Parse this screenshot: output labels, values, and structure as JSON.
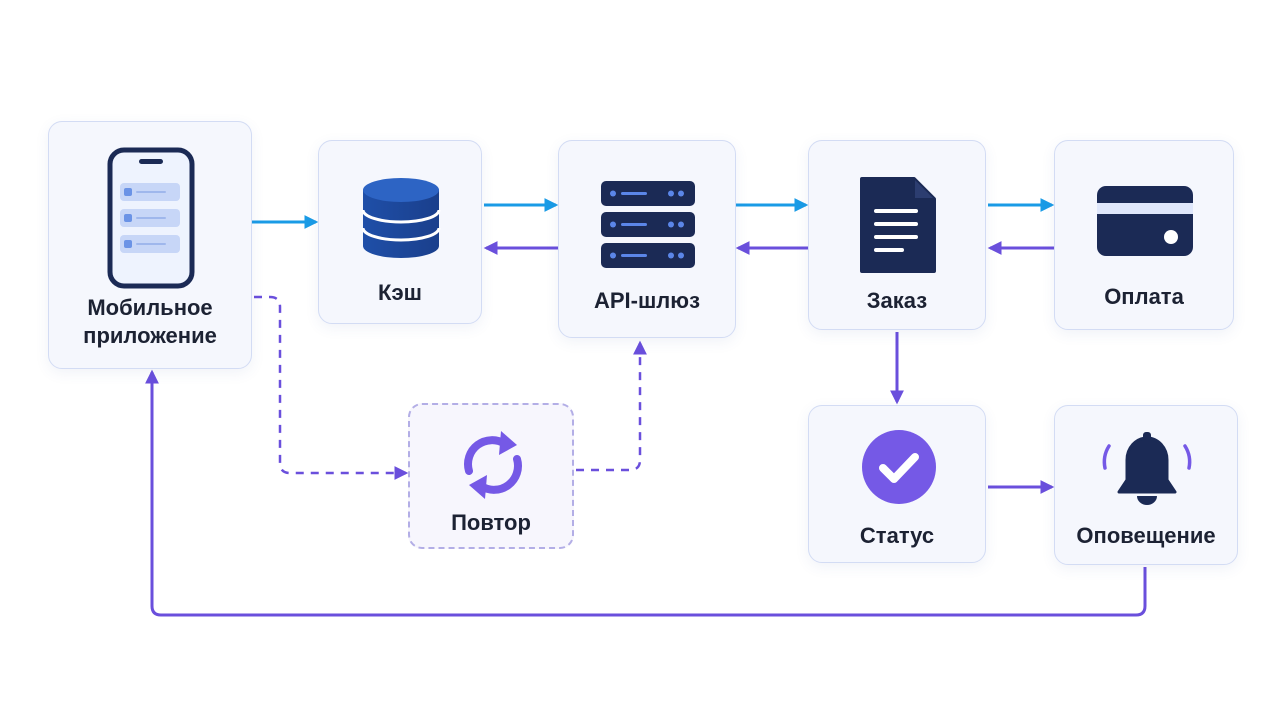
{
  "nodes": {
    "mobile_app": "Мобильное приложение",
    "cache": "Кэш",
    "api_gateway": "API-шлюз",
    "order": "Заказ",
    "payment": "Оплата",
    "retry": "Повтор",
    "status": "Статус",
    "notification": "Оповещение"
  },
  "icons": {
    "mobile_app": "smartphone-icon",
    "cache": "database-icon",
    "api_gateway": "server-stack-icon",
    "order": "document-icon",
    "payment": "credit-card-icon",
    "retry": "refresh-icon",
    "status": "check-circle-icon",
    "notification": "bell-icon"
  },
  "colors": {
    "request_arrow": "#1a9be6",
    "response_arrow": "#6a4fdc",
    "node_background": "#f5f7fd",
    "node_border": "#d3dcf4",
    "icon_dark": "#1b2a55",
    "icon_blue": "#1f4fa8",
    "accent_purple": "#7559e6"
  },
  "edges": [
    {
      "from": "mobile_app",
      "to": "cache",
      "style": "solid",
      "color": "request"
    },
    {
      "from": "cache",
      "to": "api_gateway",
      "style": "solid",
      "color": "request"
    },
    {
      "from": "api_gateway",
      "to": "cache",
      "style": "solid",
      "color": "response"
    },
    {
      "from": "api_gateway",
      "to": "order",
      "style": "solid",
      "color": "request"
    },
    {
      "from": "order",
      "to": "api_gateway",
      "style": "solid",
      "color": "response"
    },
    {
      "from": "order",
      "to": "payment",
      "style": "solid",
      "color": "request"
    },
    {
      "from": "payment",
      "to": "order",
      "style": "solid",
      "color": "response"
    },
    {
      "from": "order",
      "to": "status",
      "style": "solid",
      "color": "response"
    },
    {
      "from": "status",
      "to": "notification",
      "style": "solid",
      "color": "response"
    },
    {
      "from": "notification",
      "to": "mobile_app",
      "style": "solid",
      "color": "response"
    },
    {
      "from": "mobile_app",
      "to": "retry",
      "style": "dashed",
      "color": "response"
    },
    {
      "from": "retry",
      "to": "api_gateway",
      "style": "dashed",
      "color": "response"
    }
  ]
}
